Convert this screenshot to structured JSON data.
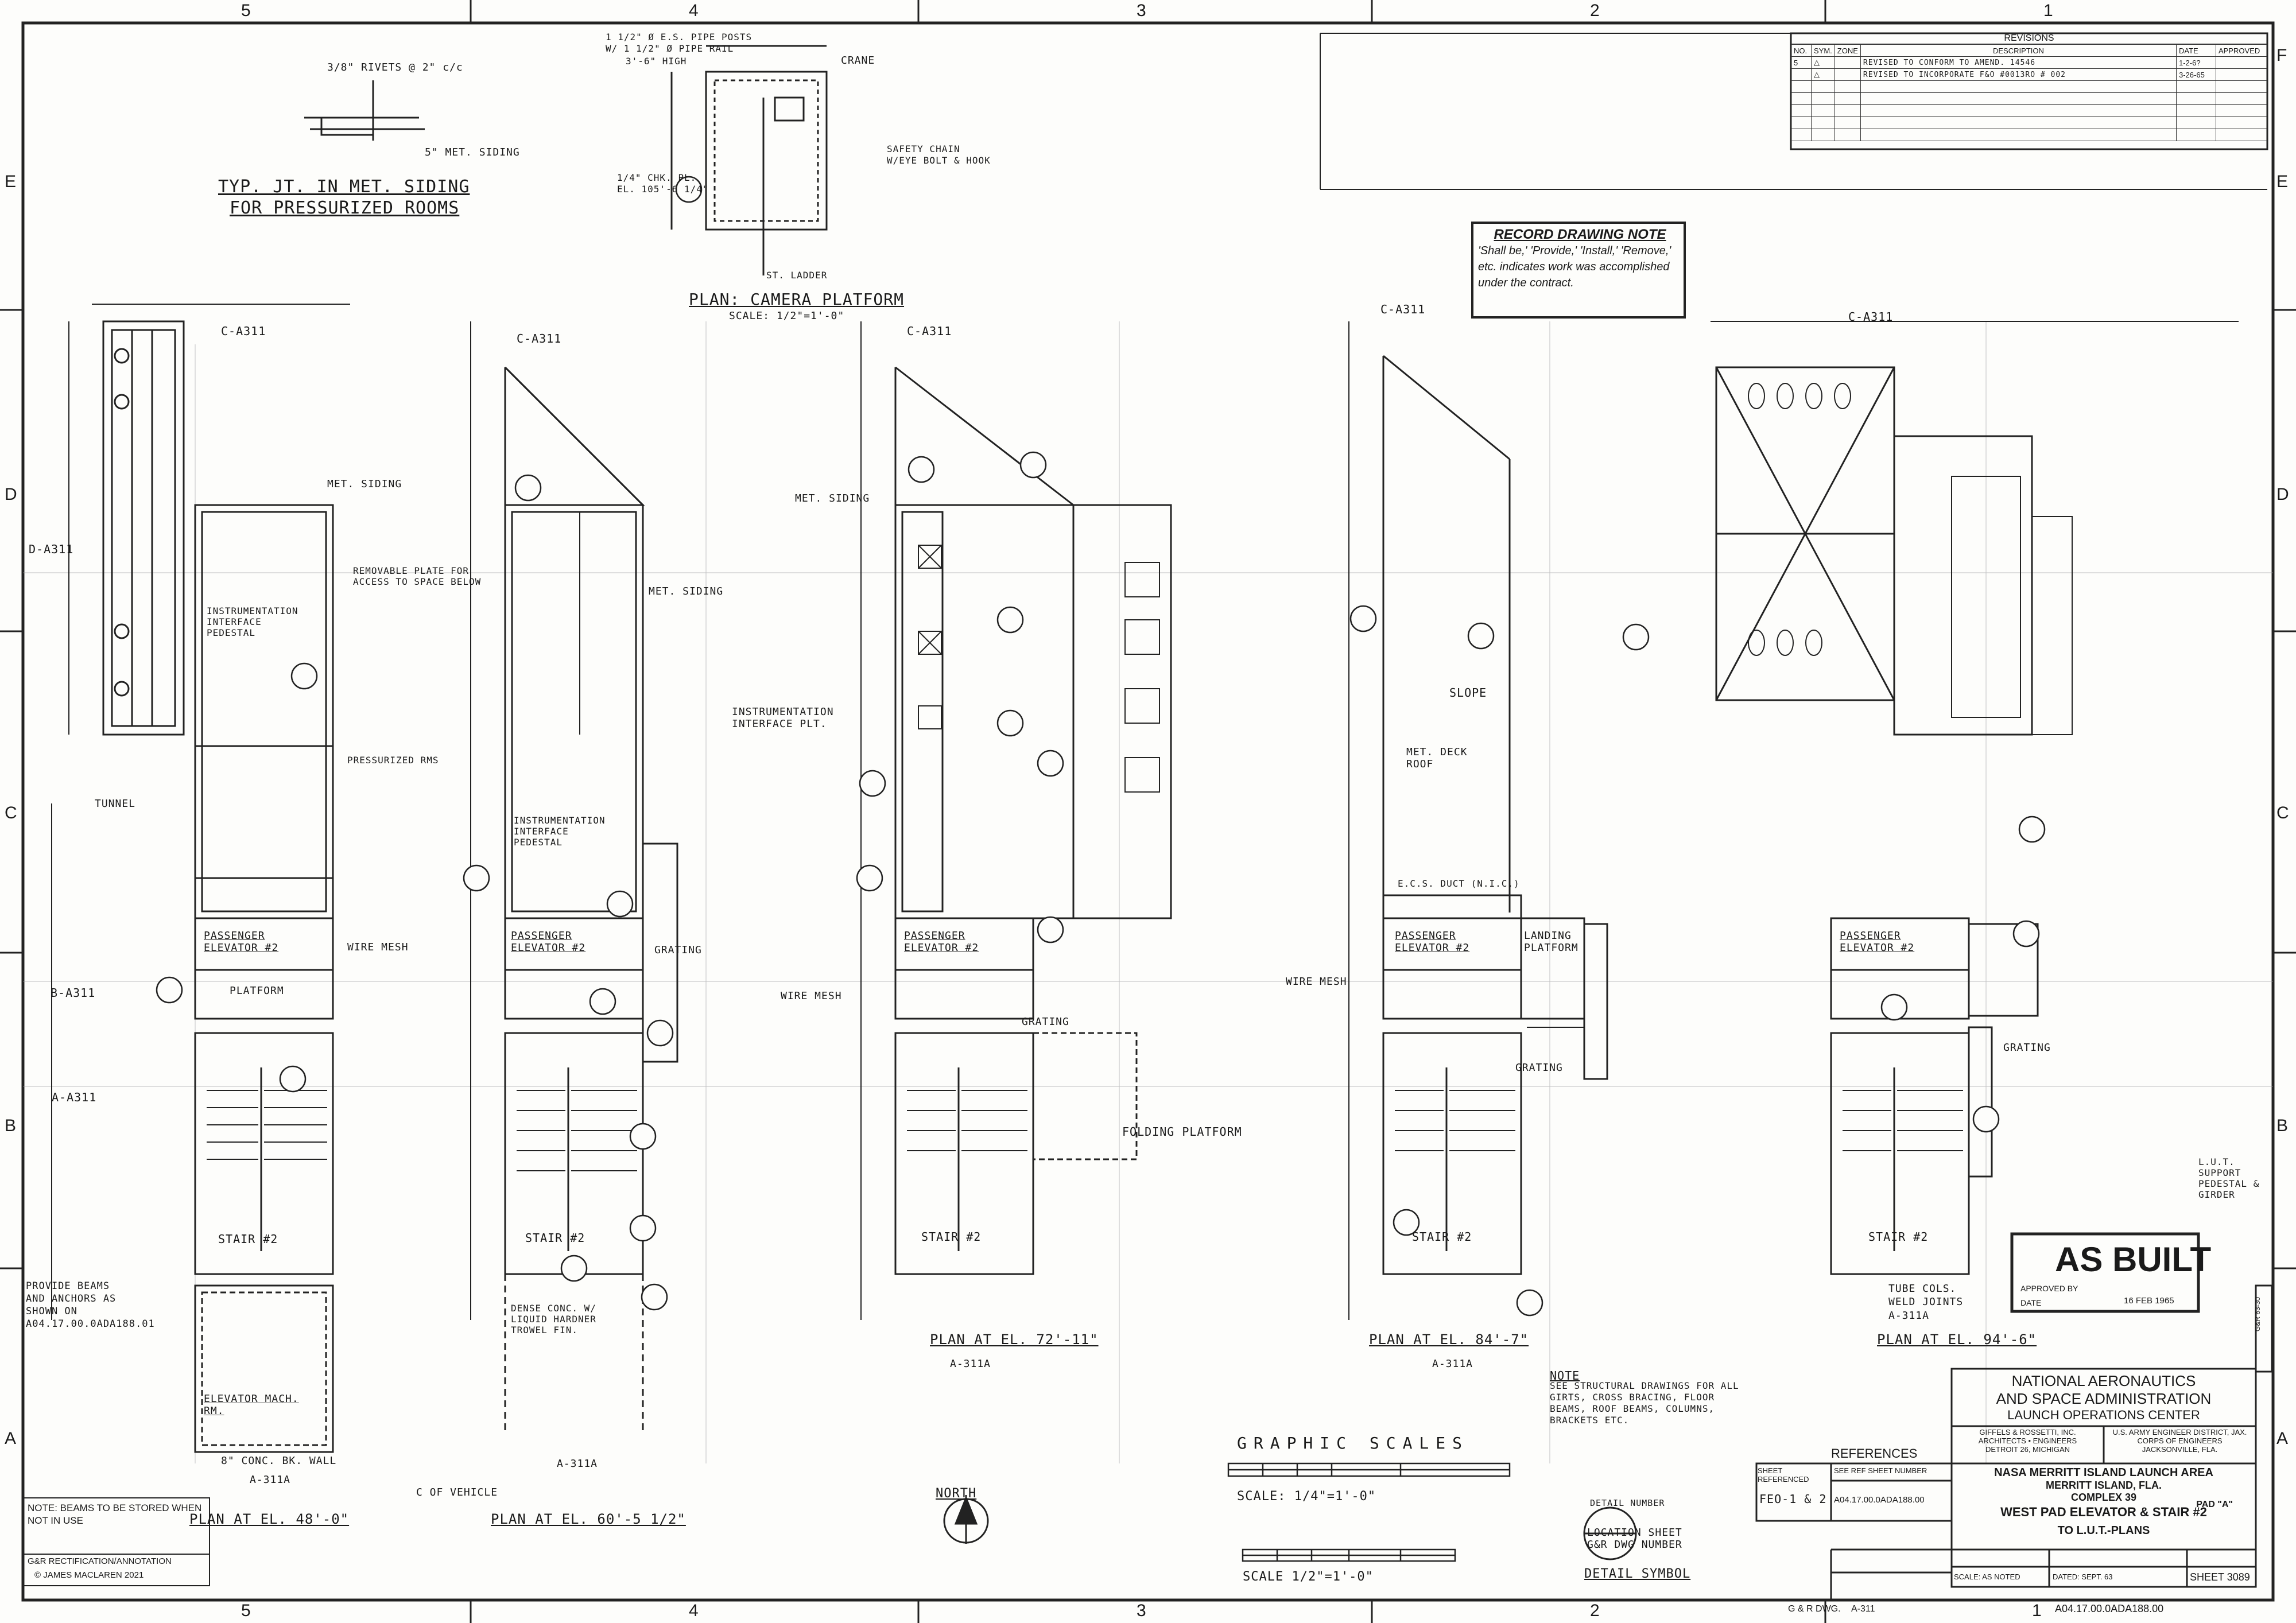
{
  "border": {
    "columns_top": [
      "5",
      "4",
      "3",
      "2",
      "1"
    ],
    "columns_bottom": [
      "5",
      "4",
      "3",
      "2",
      "1"
    ],
    "rows_left": [
      "E",
      "D",
      "C",
      "B",
      "A"
    ],
    "rows_right": [
      "F",
      "E",
      "D",
      "C",
      "B",
      "A"
    ]
  },
  "revisions": {
    "title": "REVISIONS",
    "headers": [
      "NO.",
      "SYM.",
      "ZONE",
      "DESCRIPTION",
      "DATE",
      "APPROVED"
    ],
    "rows": [
      {
        "no": "5",
        "description": "REVISED TO CONFORM TO AMEND. 14546",
        "date": "1-2-6?"
      },
      {
        "no": "",
        "description": "REVISED TO INCORPORATE F&O #0013RO # 002",
        "date": "3-26-65"
      }
    ]
  },
  "record_note": {
    "title": "RECORD DRAWING NOTE",
    "body": "'Shall be,' 'Provide,' 'Install,' 'Remove,' etc. indicates work was accomplished under the contract."
  },
  "top_details": {
    "siding_title_1": "TYP. JT. IN MET. SIDING",
    "siding_title_2": "FOR PRESSURIZED ROOMS",
    "siding_rivets": "3/8\" RIVETS @ 2\" c/c",
    "siding_label": "5\" MET. SIDING",
    "camera_title": "PLAN: CAMERA PLATFORM",
    "camera_scale": "SCALE: 1/2\"=1'-0\"",
    "camera_notes": [
      "1 1/2\" Ø E.S. PIPE POSTS",
      "W/ 1 1/2\" Ø PIPE RAIL",
      "3'-6\" HIGH",
      "CRANE",
      "SAFETY CHAIN",
      "W/EYE BOLT & HOOK",
      "1/4\" CHK. PL.",
      "EL. 105'-6 1/4\"",
      "ST. LADDER"
    ]
  },
  "plans": [
    {
      "title": "PLAN AT EL. 48'-0\"",
      "ref": "A-311A"
    },
    {
      "title": "PLAN AT EL. 60'-5 1/2\"",
      "ref": "A-311A"
    },
    {
      "title": "PLAN AT EL. 72'-11\"",
      "ref": "A-311A"
    },
    {
      "title": "PLAN AT EL. 84'-7\"",
      "ref": "A-311A"
    },
    {
      "title": "PLAN AT EL. 94'-6\"",
      "ref": "A-311A"
    }
  ],
  "labels": {
    "c_a311": "C-A311",
    "d_a311": "D-A311",
    "b_a311": "B-A311",
    "a_a311": "A-A311",
    "met_siding": "MET. SIDING",
    "instrumentation": "INSTRUMENTATION INTERFACE PEDESTAL",
    "pressurized": "PRESSURIZED RMS",
    "tunnel": "TUNNEL",
    "passenger_elevator": "PASSENGER ELEVATOR #2",
    "wire_mesh": "WIRE MESH",
    "platform": "PLATFORM",
    "stair": "STAIR #2",
    "elevator_mach": "ELEVATOR MACH. RM.",
    "folding_platform": "FOLDING PLATFORM",
    "grating": "GRATING",
    "slope": "SLOPE",
    "met_deck_roof": "MET. DECK ROOF",
    "ecs_duct": "E.C.S. DUCT (N.I.C.)",
    "landing_platform": "LANDING PLATFORM",
    "lut_support": "L.U.T. SUPPORT PEDESTAL & GIRDER",
    "tube_cols": "TUBE COLS.",
    "weld_joints": "WELD JOINTS",
    "provide_beams": "PROVIDE BEAMS AND ANCHORS AS SHOWN ON A04.17.00.0ADA188.01",
    "conc_wall": "8\" CONC. BK. WALL",
    "of_vehicle": "C OF VEHICLE",
    "dense_conc": "DENSE CONC. W/ LIQUID HARDNER TROWEL FIN.",
    "instrumentation_plate": "INSTRUMENTATION INTERFACE PLT.",
    "removable_plate": "REMOVABLE PLATE FOR ACCESS TO SPACE BELOW"
  },
  "notes": {
    "beams_note": "NOTE: BEAMS TO BE STORED WHEN NOT IN USE",
    "credit_1": "G&R RECTIFICATION/ANNOTATION",
    "credit_2": "© JAMES MACLAREN 2021",
    "structural_title": "NOTE",
    "structural_body": "SEE STRUCTURAL DRAWINGS FOR ALL GIRTS, CROSS BRACING, FLOOR BEAMS, ROOF BEAMS, COLUMNS, BRACKETS ETC.",
    "north": "NORTH",
    "graphic_scales": "GRAPHIC SCALES",
    "scale_1": "SCALE: 1/4\"=1'-0\"",
    "scale_2": "SCALE 1/2\"=1'-0\"",
    "detail_number": "DETAIL NUMBER",
    "location_sheet": "LOCATION SHEET G&R DWG NUMBER",
    "detail_symbol": "DETAIL SYMBOL"
  },
  "references": {
    "title": "REFERENCES",
    "col1": "SHEET REFERENCED",
    "col2": "SEE REF SHEET NUMBER",
    "ref1": "FEO-1 & 2",
    "ref2": "A04.17.00.0ADA188.00"
  },
  "as_built": {
    "label": "AS BUILT",
    "approved_by": "APPROVED BY",
    "date_label": "DATE",
    "date": "16 FEB 1965"
  },
  "title_block": {
    "agency_1": "NATIONAL AERONAUTICS",
    "agency_2": "AND SPACE ADMINISTRATION",
    "agency_3": "LAUNCH OPERATIONS CENTER",
    "architect_1": "GIFFELS & ROSSETTI, INC.",
    "architect_2": "ARCHITECTS • ENGINEERS",
    "architect_3": "DETROIT 26, MICHIGAN",
    "corps_1": "U.S. ARMY ENGINEER DISTRICT, JAX.",
    "corps_2": "CORPS OF ENGINEERS",
    "corps_3": "JACKSONVILLE, FLA.",
    "project_1": "NASA MERRITT ISLAND LAUNCH AREA",
    "project_2": "MERRITT ISLAND, FLA.",
    "project_3": "COMPLEX 39",
    "project_4": "PAD \"A\"",
    "sheet_title_1": "WEST PAD ELEVATOR & STAIR #2",
    "sheet_title_2": "TO L.U.T.-PLANS",
    "scale": "SCALE: AS NOTED",
    "dated": "DATED: SEPT. 63",
    "sheet": "SHEET 3089",
    "g_r_dwg": "G & R DWG.",
    "g_r_no": "A-311",
    "drawing_number": "A04.17.00.0ADA188.00",
    "side_tab": "G&R 63-30"
  }
}
